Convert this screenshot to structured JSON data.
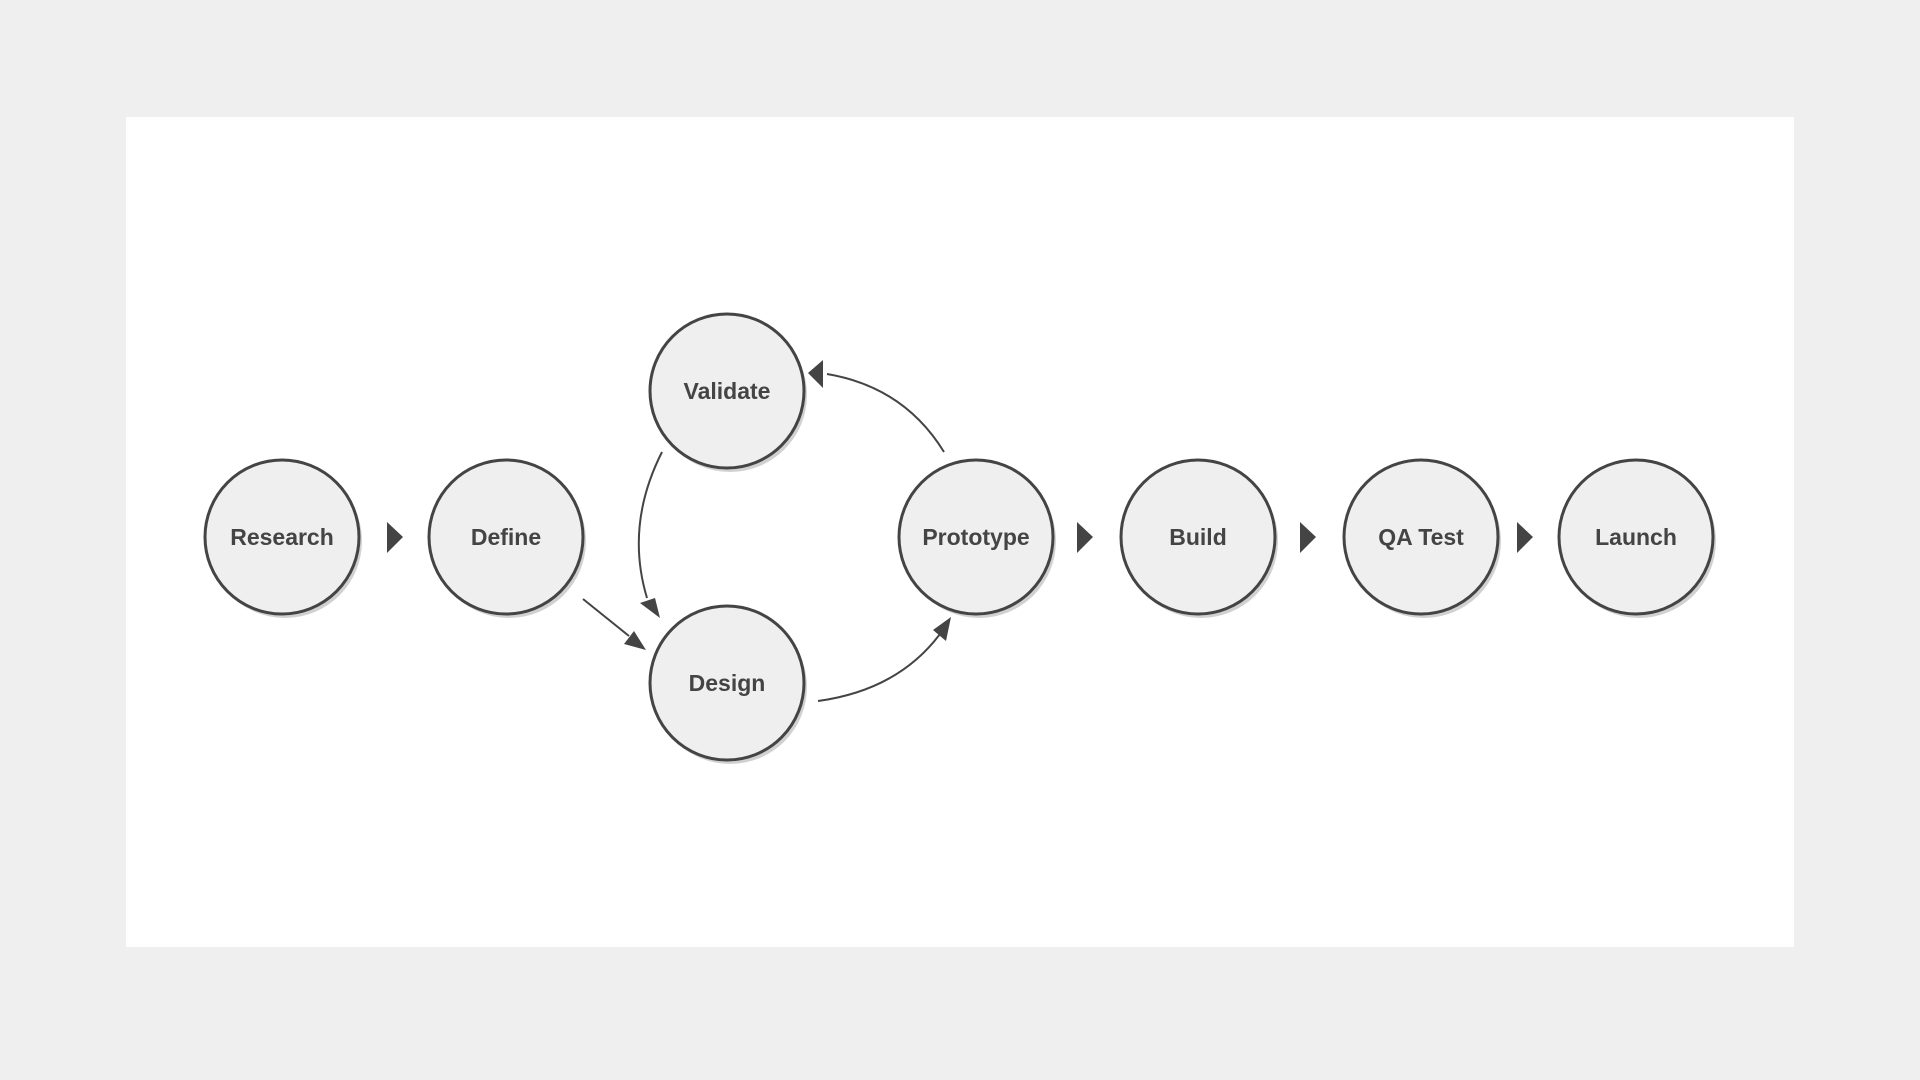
{
  "diagram": {
    "nodes": [
      {
        "id": "research",
        "label": "Research"
      },
      {
        "id": "define",
        "label": "Define"
      },
      {
        "id": "validate",
        "label": "Validate"
      },
      {
        "id": "design",
        "label": "Design"
      },
      {
        "id": "prototype",
        "label": "Prototype"
      },
      {
        "id": "build",
        "label": "Build"
      },
      {
        "id": "qa-test",
        "label": "QA Test"
      },
      {
        "id": "launch",
        "label": "Launch"
      }
    ],
    "edges": [
      {
        "from": "research",
        "to": "define"
      },
      {
        "from": "define",
        "to": "design"
      },
      {
        "from": "validate",
        "to": "design"
      },
      {
        "from": "design",
        "to": "prototype"
      },
      {
        "from": "prototype",
        "to": "validate"
      },
      {
        "from": "prototype",
        "to": "build"
      },
      {
        "from": "build",
        "to": "qa-test"
      },
      {
        "from": "qa-test",
        "to": "launch"
      }
    ],
    "colors": {
      "node_fill": "#efefef",
      "node_stroke": "#444444",
      "text": "#444444",
      "background": "#ffffff",
      "page": "#efefef"
    }
  }
}
